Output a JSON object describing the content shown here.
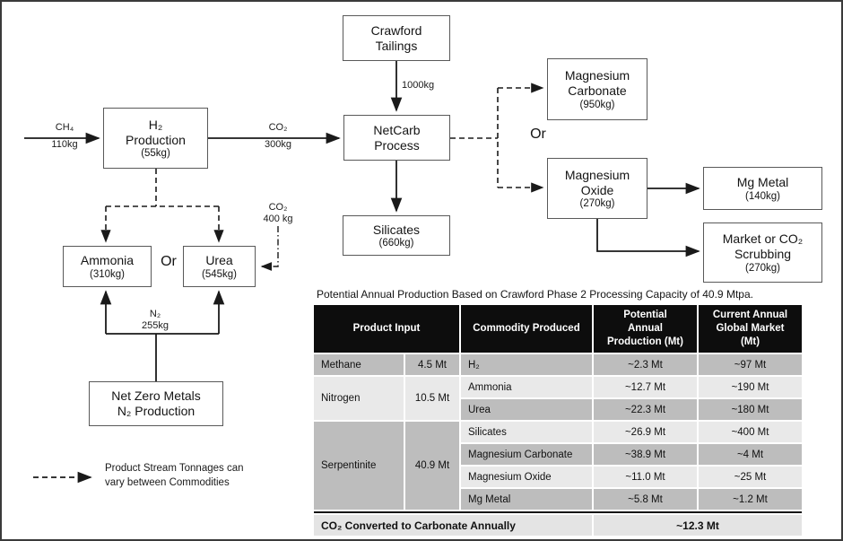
{
  "diagram": {
    "boxes": {
      "crawford": {
        "title": "Crawford\nTailings"
      },
      "h2": {
        "title": "H₂\nProduction",
        "sub": "(55kg)"
      },
      "netcarb": {
        "title": "NetCarb\nProcess"
      },
      "silicates": {
        "title": "Silicates",
        "sub": "(660kg)"
      },
      "mg_carbonate": {
        "title": "Magnesium\nCarbonate",
        "sub": "(950kg)"
      },
      "mg_oxide": {
        "title": "Magnesium\nOxide",
        "sub": "(270kg)"
      },
      "mg_metal": {
        "title": "Mg Metal",
        "sub": "(140kg)"
      },
      "market": {
        "title": "Market or CO₂\nScrubbing",
        "sub": "(270kg)"
      },
      "ammonia": {
        "title": "Ammonia",
        "sub": "(310kg)"
      },
      "urea": {
        "title": "Urea",
        "sub": "(545kg)"
      },
      "netzero": {
        "title": "Net Zero Metals\nN₂ Production"
      }
    },
    "flows": {
      "ch4_formula": "CH₄",
      "ch4_mass": "110kg",
      "co2_formula": "CO₂",
      "co2_mass": "300kg",
      "tailings_mass": "1000kg",
      "co2_urea_formula": "CO₂",
      "co2_urea_mass": "400 kg",
      "n2_formula": "N₂",
      "n2_mass": "255kg",
      "or_left": "Or",
      "or_right": "Or"
    },
    "legend_text": "Product Stream Tonnages can\nvary between Commodities"
  },
  "table": {
    "title": "Potential Annual Production Based on Crawford Phase 2 Processing Capacity of 40.9 Mtpa.",
    "headers": [
      "Product Input",
      "Commodity Produced",
      "Potential\nAnnual\nProduction (Mt)",
      "Current Annual\nGlobal Market\n(Mt)"
    ],
    "inputs": [
      {
        "name": "Methane",
        "amount": "4.5 Mt"
      },
      {
        "name": "Nitrogen",
        "amount": "10.5 Mt"
      },
      {
        "name": "Serpentinite",
        "amount": "40.9 Mt"
      }
    ],
    "rows": [
      {
        "commodity": "H₂",
        "production": "~2.3 Mt",
        "market": "~97 Mt"
      },
      {
        "commodity": "Ammonia",
        "production": "~12.7 Mt",
        "market": "~190 Mt"
      },
      {
        "commodity": "Urea",
        "production": "~22.3 Mt",
        "market": "~180 Mt"
      },
      {
        "commodity": "Silicates",
        "production": "~26.9 Mt",
        "market": "~400 Mt"
      },
      {
        "commodity": "Magnesium Carbonate",
        "production": "~38.9 Mt",
        "market": "~4 Mt"
      },
      {
        "commodity": "Magnesium Oxide",
        "production": "~11.0 Mt",
        "market": "~25 Mt"
      },
      {
        "commodity": "Mg Metal",
        "production": "~5.8 Mt",
        "market": "~1.2 Mt"
      }
    ],
    "footer": {
      "label": "CO₂ Converted to Carbonate Annually",
      "value": "~12.3 Mt"
    }
  },
  "colors": {
    "header_bg": "#0d0d0d",
    "row_medium": "#bdbdbd",
    "row_light": "#e9e9e9",
    "footer_bg": "#e4e4e4",
    "line": "#1a1a1a"
  }
}
